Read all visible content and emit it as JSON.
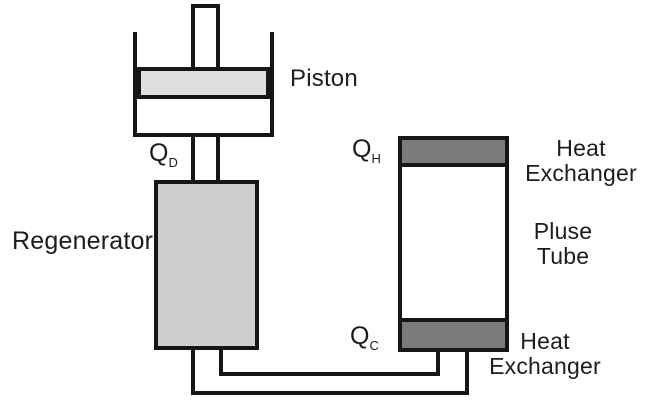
{
  "colors": {
    "line": "#161616",
    "piston-fill": "#dedede",
    "regenerator-fill": "#cecece",
    "hx-fill": "#7b7b7b",
    "background": "#ffffff",
    "text": "#1c1c1c"
  },
  "labels": {
    "piston": "Piston",
    "regenerator": "Regenerator",
    "pulse_tube": {
      "line1": "Pluse",
      "line2": "Tube"
    },
    "hot_heat_exchanger": {
      "line1": "Heat",
      "line2": "Exchanger"
    },
    "cold_heat_exchanger": {
      "line1": "Heat",
      "line2": "Exchanger"
    }
  },
  "q_labels": {
    "piston_side": {
      "base": "Q",
      "sub": "D"
    },
    "hot_side": {
      "base": "Q",
      "sub": "H"
    },
    "cold_side": {
      "base": "Q",
      "sub": "C"
    }
  }
}
